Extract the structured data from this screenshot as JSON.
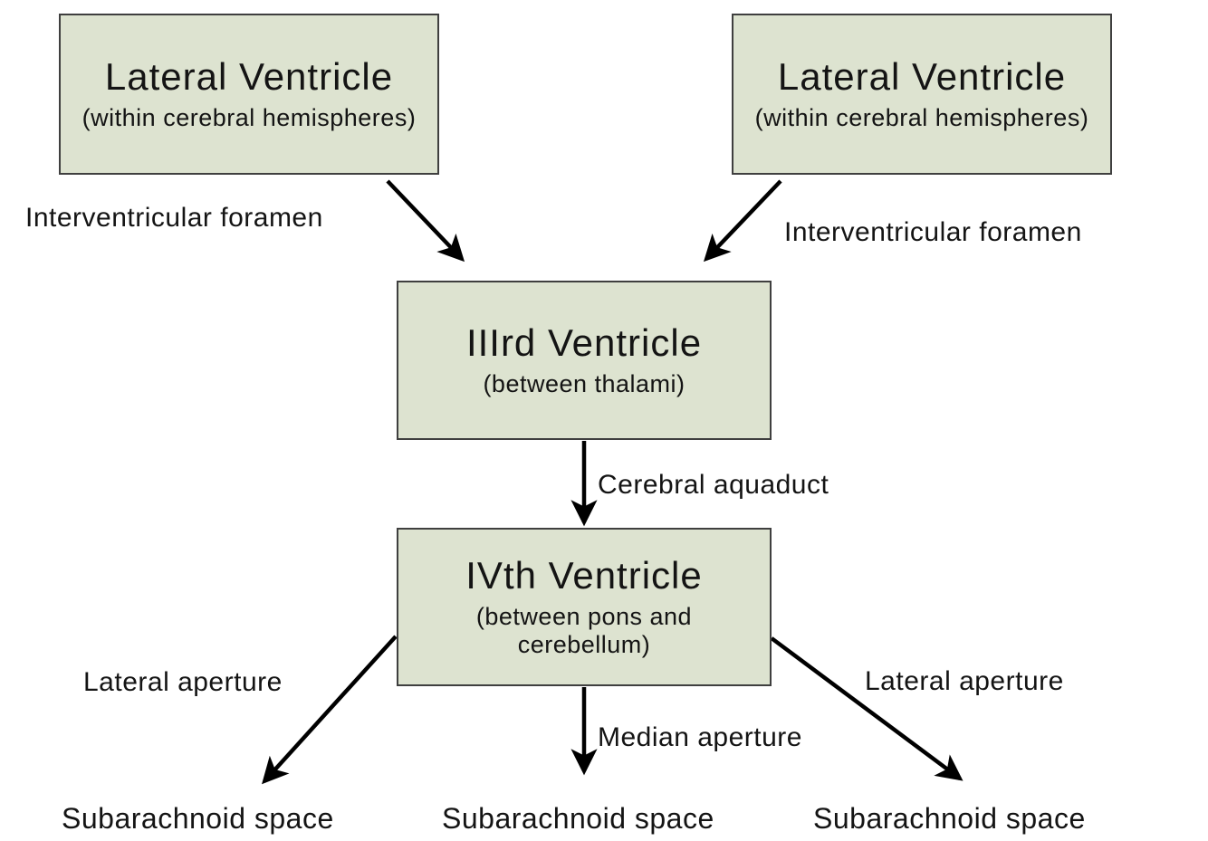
{
  "diagram": {
    "nodes": {
      "lateral_left": {
        "title": "Lateral Ventricle",
        "subtitle": "(within cerebral hemispheres)"
      },
      "lateral_right": {
        "title": "Lateral Ventricle",
        "subtitle": "(within cerebral hemispheres)"
      },
      "third": {
        "title": "IIIrd Ventricle",
        "subtitle": "(between thalami)"
      },
      "fourth": {
        "title": "IVth Ventricle",
        "subtitle": "(between pons and cerebellum)"
      }
    },
    "edge_labels": {
      "interventricular_left": "Interventricular foramen",
      "interventricular_right": "Interventricular foramen",
      "cerebral_aqueduct": "Cerebral aquaduct",
      "lateral_aperture_left": "Lateral aperture",
      "median_aperture": "Median aperture",
      "lateral_aperture_right": "Lateral aperture"
    },
    "terminals": {
      "subarachnoid_left": "Subarachnoid  space",
      "subarachnoid_mid": "Subarachnoid  space",
      "subarachnoid_right": "Subarachnoid  space"
    },
    "colors": {
      "box_fill": "#dde3d0",
      "box_border": "#3f3f3f",
      "arrow": "#000000",
      "text": "#141414",
      "background": "#ffffff"
    }
  }
}
